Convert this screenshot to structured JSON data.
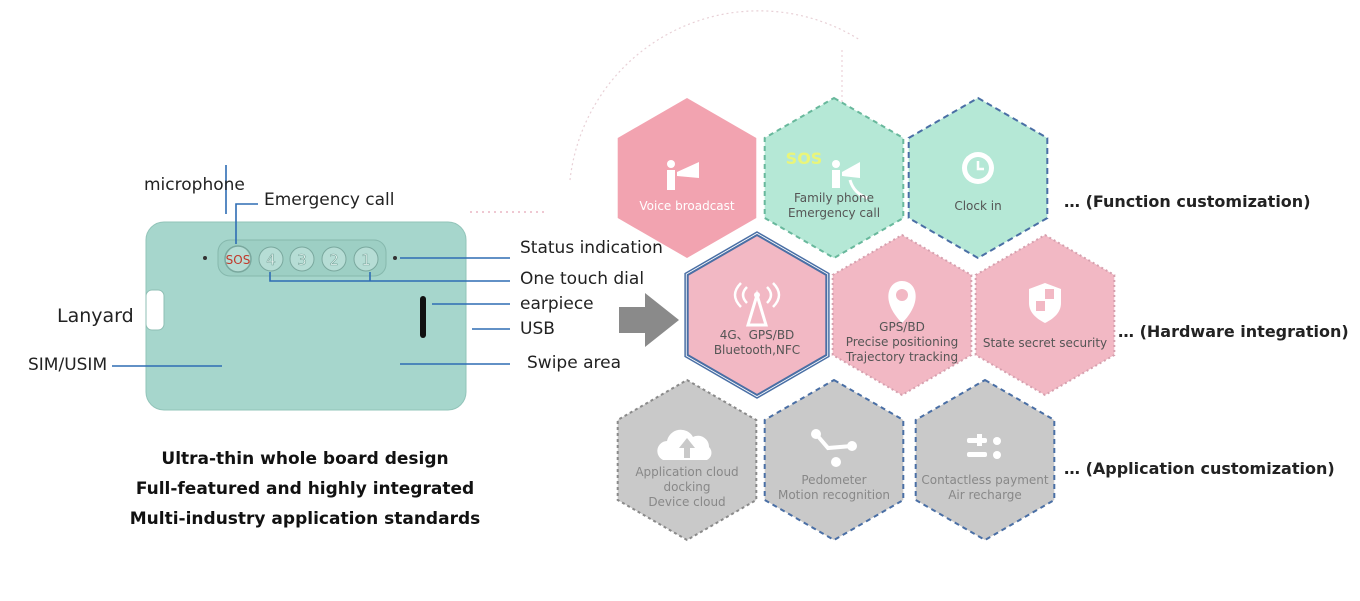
{
  "device": {
    "sos_label": "SOS",
    "keys": [
      "4",
      "3",
      "2",
      "1"
    ]
  },
  "labels": {
    "microphone": "microphone",
    "emergency_call": "Emergency call",
    "status_indication": "Status indication",
    "one_touch_dial": "One touch dial",
    "earpiece": "earpiece",
    "usb": "USB",
    "swipe_area": "Swipe area",
    "lanyard": "Lanyard",
    "sim_usim": "SIM/USIM"
  },
  "summary": [
    "Ultra-thin whole board design",
    "Full-featured and highly integrated",
    "Multi-industry application standards"
  ],
  "rows": [
    {
      "note": "… (Function customization)",
      "hexes": [
        {
          "icon": "megaphone-person-icon",
          "color": "#f2a3b0",
          "lines": [
            "Voice broadcast"
          ],
          "text_color": "#ffffff"
        },
        {
          "icon": "sos-phone-icon",
          "color": "#b5e8d6",
          "lines": [
            "Family phone",
            "Emergency call"
          ],
          "text_color": "#555555",
          "badge": "SOS"
        },
        {
          "icon": "clock-icon",
          "color": "#b5e8d6",
          "lines": [
            "Clock in"
          ],
          "text_color": "#555555"
        }
      ]
    },
    {
      "note": "… (Hardware integration)",
      "hexes": [
        {
          "icon": "signal-tower-icon",
          "color": "#f2b8c4",
          "lines": [
            "4G、GPS/BD",
            "Bluetooth,NFC"
          ],
          "text_color": "#555555"
        },
        {
          "icon": "location-pin-icon",
          "color": "#f2b8c4",
          "lines": [
            "GPS/BD",
            "Precise positioning",
            "Trajectory tracking"
          ],
          "text_color": "#555555"
        },
        {
          "icon": "shield-icon",
          "color": "#f2b8c4",
          "lines": [
            "State secret security"
          ],
          "text_color": "#555555"
        }
      ]
    },
    {
      "note": "… (Application customization)",
      "hexes": [
        {
          "icon": "cloud-upload-icon",
          "color": "#c9c9c9",
          "lines": [
            "Application cloud",
            "docking",
            "Device cloud"
          ],
          "text_color": "#888888"
        },
        {
          "icon": "pedometer-nodes-icon",
          "color": "#c9c9c9",
          "lines": [
            "Pedometer",
            "Motion recognition"
          ],
          "text_color": "#888888"
        },
        {
          "icon": "contactless-payment-icon",
          "color": "#c9c9c9",
          "lines": [
            "Contactless payment",
            "Air recharge"
          ],
          "text_color": "#888888"
        }
      ]
    }
  ]
}
